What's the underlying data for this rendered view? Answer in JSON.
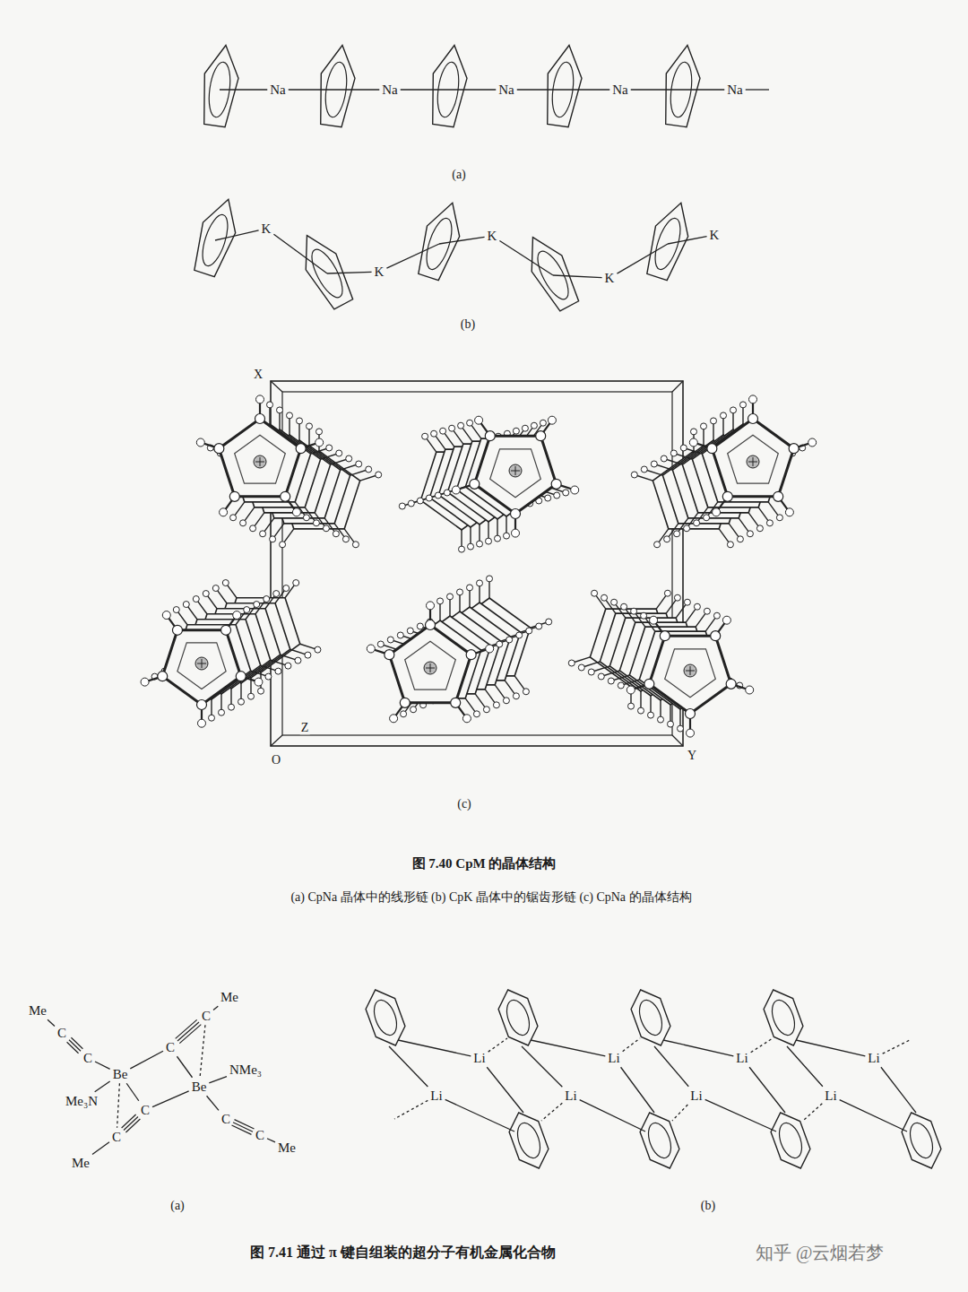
{
  "diagram": {
    "labels": [
      "Na",
      "Na",
      "Na",
      "Na",
      "Na",
      "(a)",
      "K",
      "K",
      "K",
      "K",
      "K",
      "(b)",
      "X",
      "Z",
      "O",
      "Y",
      "(c)",
      "图 7.40 CpM 的晶体结构",
      "(a) CpNa 晶体中的线形链 (b) CpK 晶体中的锯齿形链 (c) CpNa 的晶体结构",
      "Me",
      "Me",
      "C",
      "C",
      "C",
      "C",
      "NMe₃",
      "Be",
      "Be",
      "Me₃N",
      "C",
      "C",
      "C",
      "C",
      "Me",
      "Me",
      "(a)",
      "Li",
      "Li",
      "Li",
      "Li",
      "Li",
      "Li",
      "Li",
      "Li",
      "(b)",
      "图 7.41 通过 π 键自组装的超分子有机金属化合物",
      "知乎 @云烟若梦"
    ]
  }
}
